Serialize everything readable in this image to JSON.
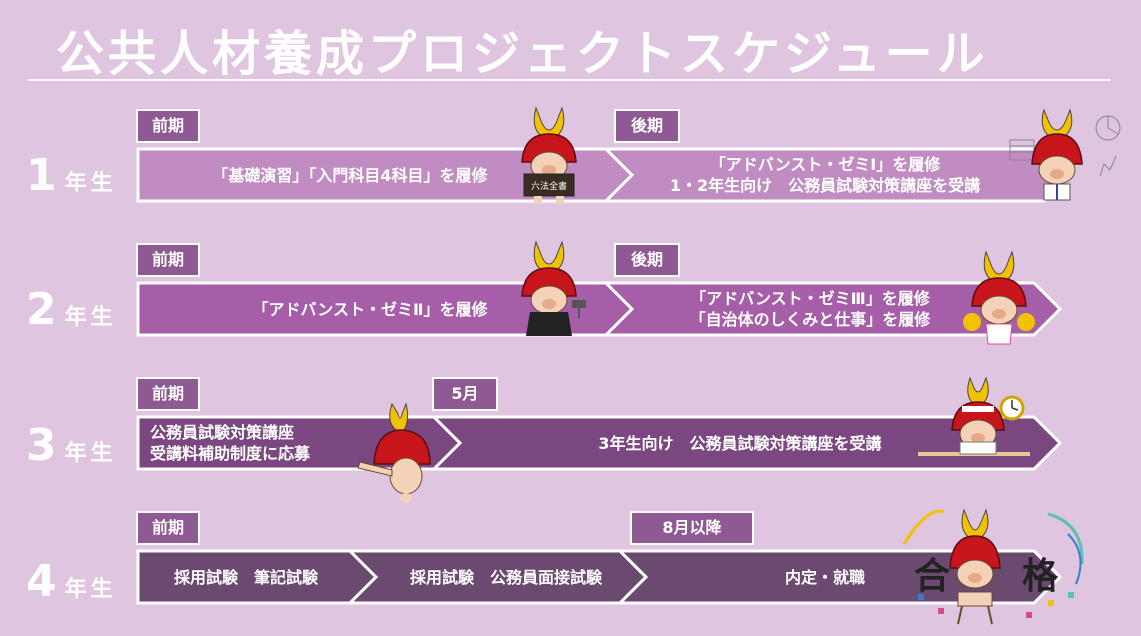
{
  "title": "公共人材養成プロジェクトスケジュール",
  "rows": [
    {
      "year_num": "1",
      "year_label": "年生",
      "tags": [
        "前期",
        "後期"
      ],
      "segments": [
        {
          "lines": [
            "「基礎演習」「入門科目4科目」を履修"
          ]
        },
        {
          "lines": [
            "「アドバンスト・ゼミⅠ」を履修",
            "1・2年生向け　公務員試験対策講座を受講"
          ]
        }
      ],
      "mascot_book_text": "六法全書"
    },
    {
      "year_num": "2",
      "year_label": "年生",
      "tags": [
        "前期",
        "後期"
      ],
      "segments": [
        {
          "lines": [
            "「アドバンスト・ゼミⅡ」を履修"
          ]
        },
        {
          "lines": [
            "「アドバンスト・ゼミⅢ」を履修",
            "「自治体のしくみと仕事」を履修"
          ]
        }
      ]
    },
    {
      "year_num": "3",
      "year_label": "年生",
      "tags": [
        "前期",
        "5月"
      ],
      "segments": [
        {
          "lines": [
            "公務員試験対策講座",
            "受講料補助制度に応募"
          ]
        },
        {
          "lines": [
            "3年生向け　公務員試験対策講座を受講"
          ]
        }
      ]
    },
    {
      "year_num": "4",
      "year_label": "年生",
      "tags": [
        "前期",
        "8月以降"
      ],
      "segments": [
        {
          "lines": [
            "採用試験　筆記試験"
          ]
        },
        {
          "lines": [
            "採用試験　公務員面接試験"
          ]
        },
        {
          "lines": [
            "内定・就職"
          ]
        }
      ],
      "pass_text": [
        "合",
        "格"
      ]
    }
  ],
  "colors": {
    "background": "#dfc5e0",
    "row1": "#c08cc1",
    "row2": "#a55ea7",
    "row3": "#7a4780",
    "row4": "#6b4a70",
    "tag": "#8f5a93",
    "helmet": "#c8141b",
    "crest": "#f2c200"
  }
}
